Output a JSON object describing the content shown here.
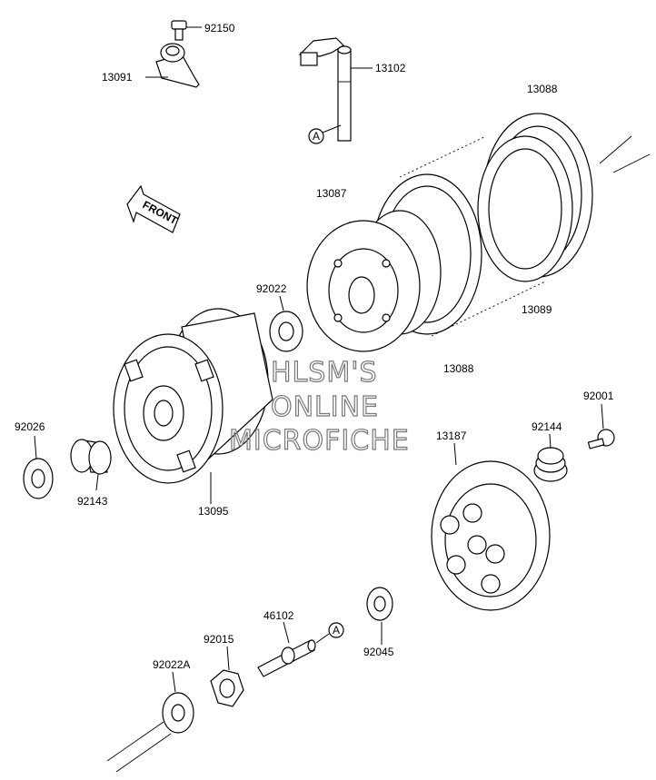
{
  "labels": {
    "p92150": "92150",
    "p13091": "13091",
    "p13102": "13102",
    "p13088_top": "13088",
    "p13087": "13087",
    "p92022": "92022",
    "p13089": "13089",
    "p13088_bottom": "13088",
    "p92026": "92026",
    "p92143": "92143",
    "p13095": "13095",
    "p92001": "92001",
    "p92144": "92144",
    "p13187": "13187",
    "p46102": "46102",
    "p92015": "92015",
    "p92045": "92045",
    "p92022A": "92022A"
  },
  "ref_marks": {
    "upper": "A",
    "lower": "A"
  },
  "front_arrow": "FRONT",
  "watermark": {
    "line1": "HLSM'S",
    "line2": "ONLINE",
    "line3": "MICROFICHE"
  }
}
